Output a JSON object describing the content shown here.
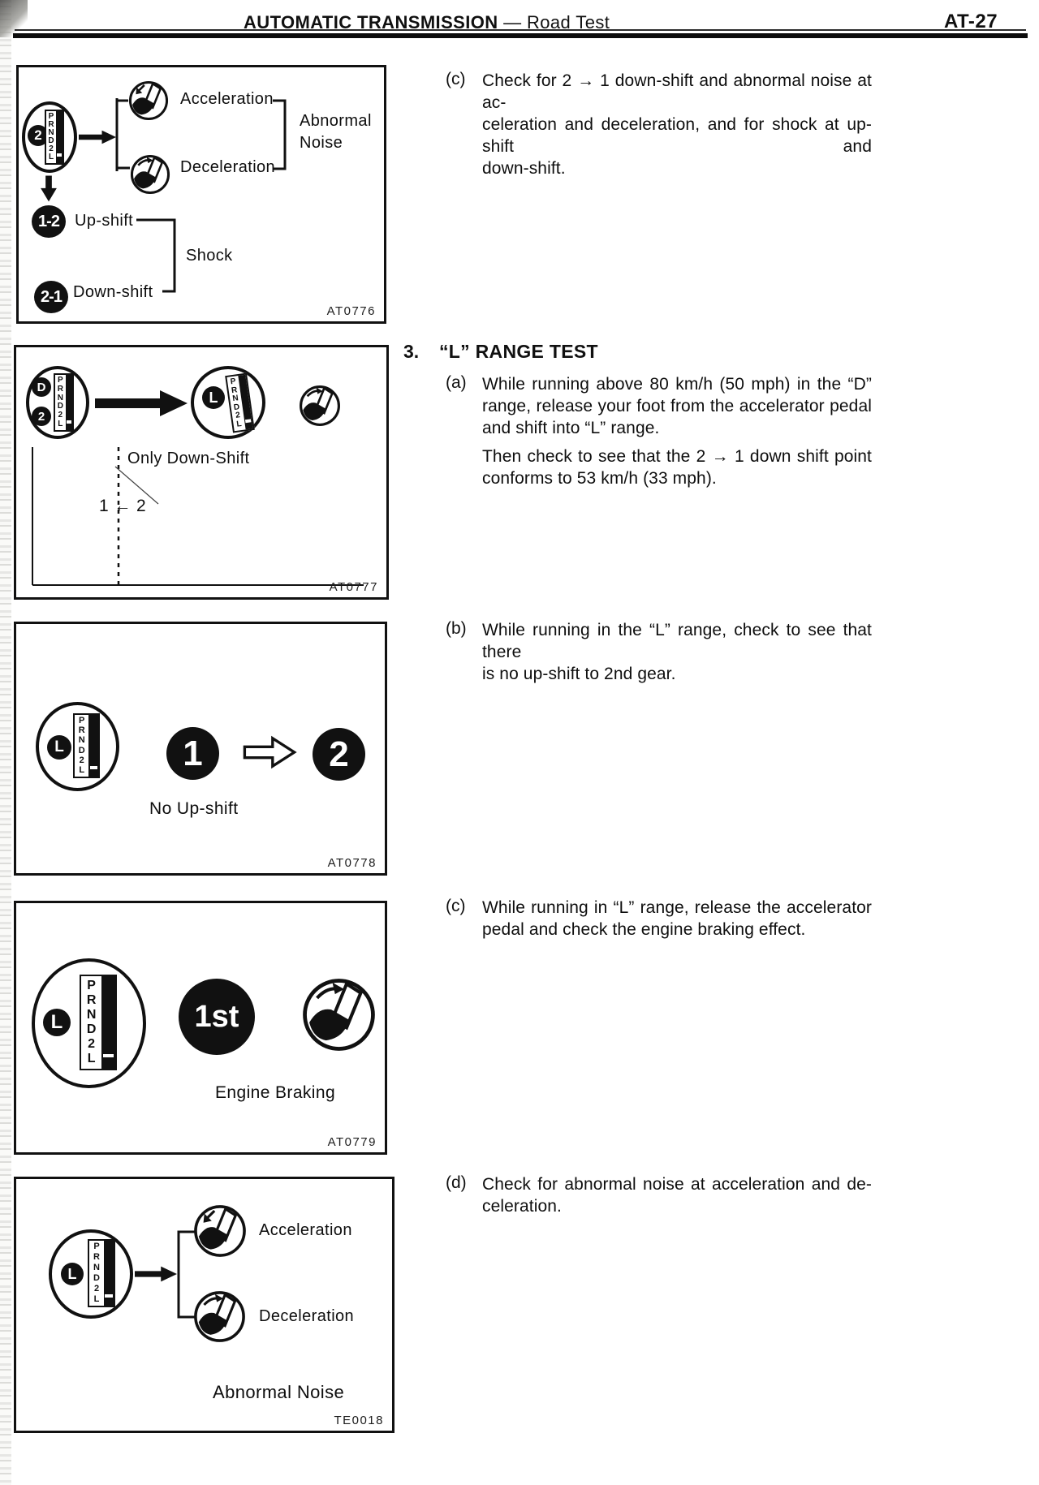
{
  "header": {
    "title": "AUTOMATIC TRANSMISSION",
    "separator": "—",
    "subtitle": "Road Test",
    "page_number": "AT-27"
  },
  "content": {
    "item_c1": {
      "label": "(c)",
      "lines": [
        "Check for 2 → 1 down-shift and abnormal noise at ac-",
        "celeration and deceleration, and for shock at up-shift and",
        "down-shift."
      ]
    },
    "section3": {
      "number": "3.",
      "title": "“L” RANGE TEST"
    },
    "item_a": {
      "label": "(a)",
      "lines": [
        "While running above 80 km/h (50 mph) in the “D”",
        "range, release your foot from the accelerator pedal",
        "and shift into “L” range."
      ],
      "lines2": [
        "Then check to see that the 2 → 1 down shift point",
        "conforms to 53 km/h (33 mph)."
      ]
    },
    "item_b": {
      "label": "(b)",
      "lines": [
        "While running in the “L” range, check to see that there",
        "is no up-shift to 2nd gear."
      ]
    },
    "item_c2": {
      "label": "(c)",
      "lines": [
        "While running in “L” range, release the accelerator",
        "pedal and check the engine braking effect."
      ]
    },
    "item_d": {
      "label": "(d)",
      "lines": [
        "Check for abnormal noise at acceleration and de-",
        "celeration."
      ]
    }
  },
  "shared": {
    "gate_letters": "PRND2L"
  },
  "figures": {
    "fig1": {
      "code": "AT0776",
      "gear_badge": "2",
      "acceleration": "Acceleration",
      "deceleration": "Deceleration",
      "abnormal_noise_line1": "Abnormal",
      "abnormal_noise_line2": "Noise",
      "badge_up": "1-2",
      "upshift": "Up-shift",
      "badge_down": "2-1",
      "downshift": "Down-shift",
      "shock": "Shock"
    },
    "fig2": {
      "code": "AT0777",
      "gear_d": "D",
      "gear_2": "2",
      "gear_l": "L",
      "only_downshift": "Only Down-Shift",
      "shift_note": "1 ← 2"
    },
    "fig3": {
      "code": "AT0778",
      "gear_l": "L",
      "num1": "1",
      "num2": "2",
      "no_upshift": "No Up-shift"
    },
    "fig4": {
      "code": "AT0779",
      "gear_l": "L",
      "first_gear": "1st",
      "engine_braking": "Engine Braking"
    },
    "fig5": {
      "code": "TE0018",
      "gear_l": "L",
      "acceleration": "Acceleration",
      "deceleration": "Deceleration",
      "abnormal_noise": "Abnormal Noise"
    }
  }
}
